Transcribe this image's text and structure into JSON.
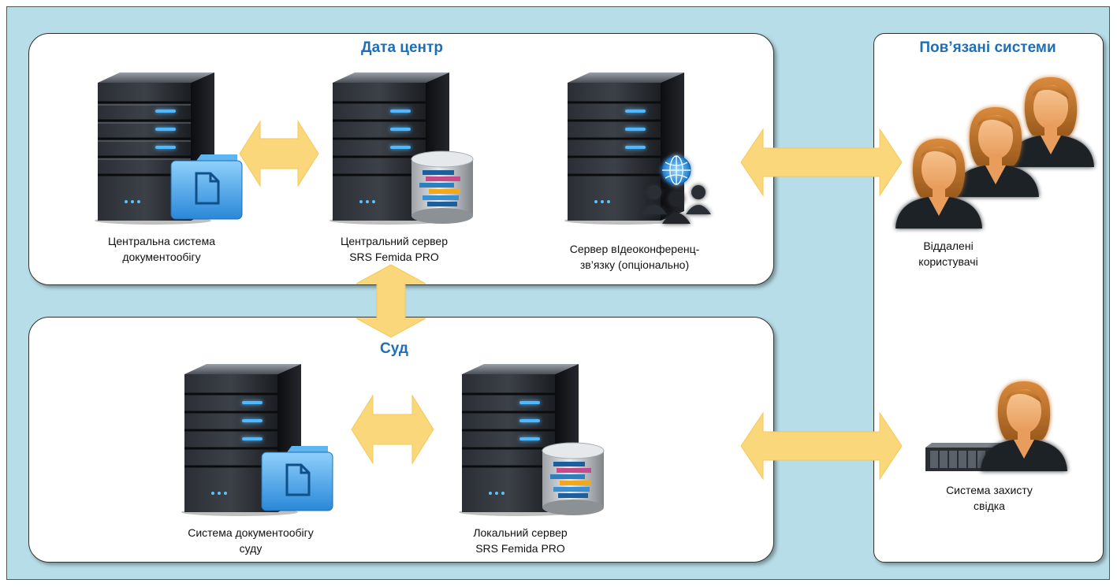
{
  "diagram": {
    "datacenter": {
      "title": "Дата центр",
      "dms_label": [
        "Центральна система",
        "документообігу"
      ],
      "central_server_label": [
        "Центральний сервер",
        "SRS Femida PRO"
      ],
      "video_server_label": [
        "Сервер вІдеоконференц-",
        "зв’язку (опціонально)"
      ]
    },
    "court": {
      "title": "Суд",
      "dms_label": [
        "Система документообігу",
        "суду"
      ],
      "local_server_label": [
        "Локальний сервер",
        "SRS Femida PRO"
      ]
    },
    "related": {
      "title": "Пов’язані системи",
      "remote_users_label": [
        "Віддалені",
        "користувачі"
      ],
      "witness_label": [
        "Система захисту",
        "свідка"
      ]
    }
  },
  "colors": {
    "background": "#b7dde8",
    "title": "#1f6fb6",
    "arrow_fill": "#fad77a"
  }
}
